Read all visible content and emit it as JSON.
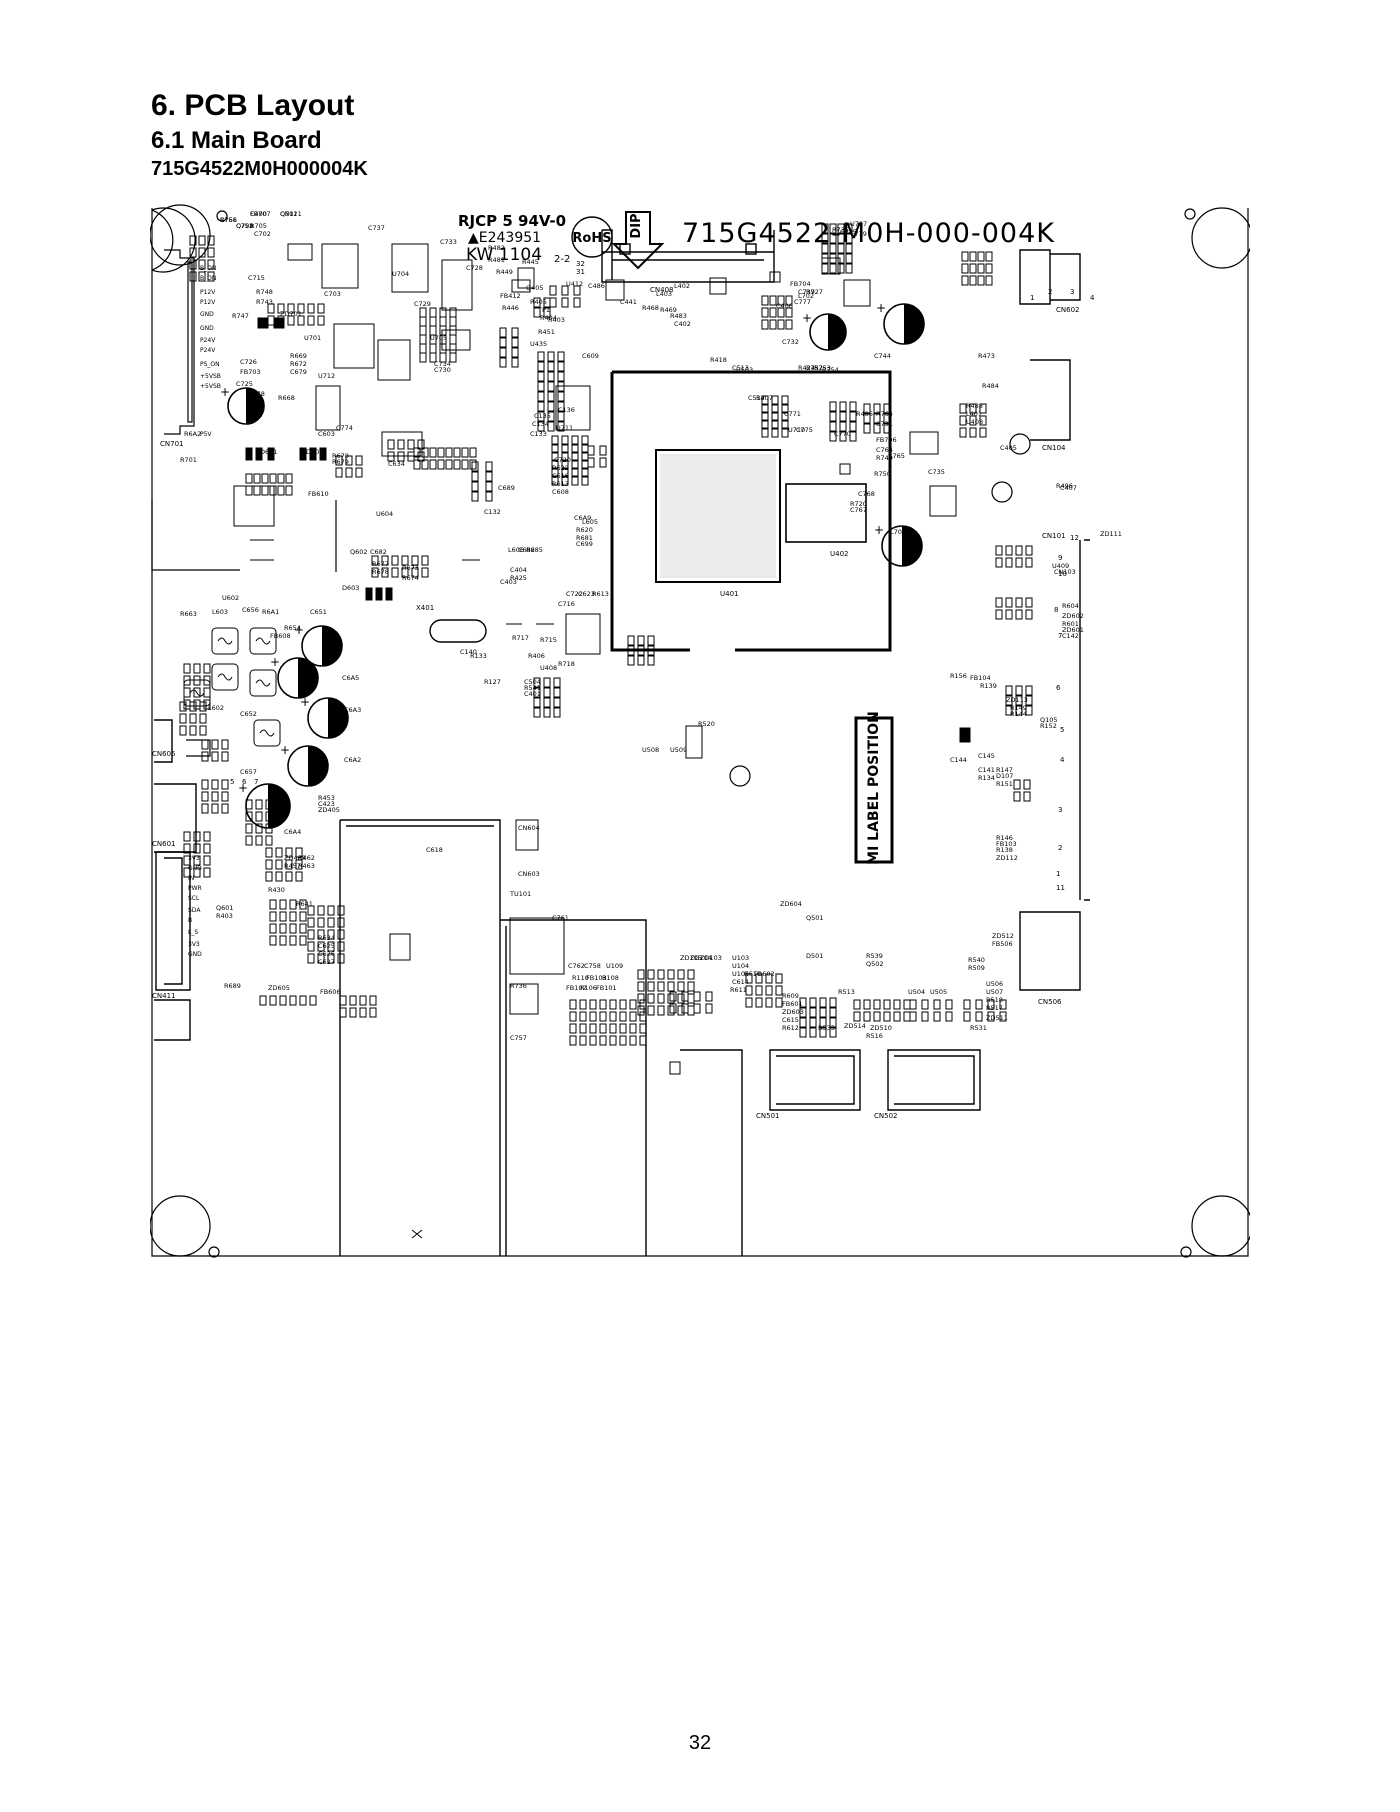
{
  "section_title": "6. PCB Layout",
  "subsection_title": "6.1 Main Board",
  "board_part_number": "715G4522M0H000004K",
  "pcb": {
    "silkscreen_part_number": "715G4522-M0H-000-004K",
    "ul_line1": "RJCP 5 94V-0",
    "ul_line2": "▲E243951",
    "date_code": "KW 1104",
    "date_suffix": "2-2",
    "rohs_label": "RoHS",
    "dip_label": "DIP",
    "label_position_text": "MI LABEL POSITION",
    "ic_labels": {
      "main_ic": "U401",
      "ic_right": "U402",
      "xtal": "X401"
    },
    "connectors": {
      "top_left": "CN701",
      "lvds": "CN408",
      "right_top": "CN602",
      "left_mid": "CN605",
      "left_lower": "CN601",
      "left_bottom": "CN411",
      "right_side": "CN101",
      "right_bottom": "CN506",
      "bottom_usb1": "CN501",
      "bottom_usb2": "CN502",
      "bottom_mid": "CN104"
    },
    "component_labels": [
      {
        "id": "c1",
        "text": "R761"
      },
      {
        "id": "c2",
        "text": "Q708"
      },
      {
        "id": "c3",
        "text": "FB707"
      },
      {
        "id": "c4",
        "text": "Q702"
      },
      {
        "id": "c5",
        "text": "R705"
      },
      {
        "id": "c6",
        "text": "C702"
      },
      {
        "id": "c7",
        "text": "C737"
      },
      {
        "id": "c8",
        "text": "C733"
      },
      {
        "id": "c9",
        "text": "R482"
      },
      {
        "id": "c10",
        "text": "R481"
      },
      {
        "id": "c11",
        "text": "U704"
      },
      {
        "id": "c12",
        "text": "C728"
      },
      {
        "id": "c13",
        "text": "C715"
      },
      {
        "id": "c14",
        "text": "R748"
      },
      {
        "id": "c15",
        "text": "R743"
      },
      {
        "id": "c16",
        "text": "R747"
      },
      {
        "id": "c17",
        "text": "ZD701"
      },
      {
        "id": "c18",
        "text": "C703"
      },
      {
        "id": "c19",
        "text": "C729"
      },
      {
        "id": "c20",
        "text": "U701"
      },
      {
        "id": "c21",
        "text": "U705"
      },
      {
        "id": "c22",
        "text": "C726"
      },
      {
        "id": "c23",
        "text": "FB703"
      },
      {
        "id": "c24",
        "text": "C725"
      },
      {
        "id": "c25",
        "text": "R669"
      },
      {
        "id": "c26",
        "text": "R672"
      },
      {
        "id": "c27",
        "text": "C679"
      },
      {
        "id": "c28",
        "text": "C734"
      },
      {
        "id": "c29",
        "text": "C730"
      },
      {
        "id": "c30",
        "text": "U712"
      },
      {
        "id": "c31",
        "text": "C678"
      },
      {
        "id": "c32",
        "text": "R668"
      },
      {
        "id": "c33",
        "text": "D601"
      },
      {
        "id": "c34",
        "text": "D602"
      },
      {
        "id": "c35",
        "text": "C603"
      },
      {
        "id": "c36",
        "text": "R678"
      },
      {
        "id": "c37",
        "text": "R679"
      },
      {
        "id": "c38",
        "text": "C634"
      },
      {
        "id": "c39",
        "text": "C774"
      },
      {
        "id": "c40",
        "text": "FB610"
      },
      {
        "id": "c41",
        "text": "U604"
      },
      {
        "id": "c42",
        "text": "R6A2"
      },
      {
        "id": "c43",
        "text": "R701"
      },
      {
        "id": "c44",
        "text": "U602"
      },
      {
        "id": "c45",
        "text": "Q602"
      },
      {
        "id": "c46",
        "text": "C682"
      },
      {
        "id": "c47",
        "text": "R677"
      },
      {
        "id": "c48",
        "text": "R678"
      },
      {
        "id": "c49",
        "text": "R673"
      },
      {
        "id": "c50",
        "text": "R674"
      },
      {
        "id": "c51",
        "text": "D603"
      },
      {
        "id": "c52",
        "text": "R663"
      },
      {
        "id": "c53",
        "text": "L603"
      },
      {
        "id": "c54",
        "text": "C656"
      },
      {
        "id": "c55",
        "text": "R6A1"
      },
      {
        "id": "c56",
        "text": "R654"
      },
      {
        "id": "c57",
        "text": "C651"
      },
      {
        "id": "c58",
        "text": "C6A5"
      },
      {
        "id": "c59",
        "text": "C6A3"
      },
      {
        "id": "c60",
        "text": "C6A2"
      },
      {
        "id": "c61",
        "text": "L602"
      },
      {
        "id": "c62",
        "text": "C652"
      },
      {
        "id": "c63",
        "text": "C657"
      },
      {
        "id": "c64",
        "text": "FB608"
      },
      {
        "id": "c65",
        "text": "C6A4"
      },
      {
        "id": "c66",
        "text": "R453"
      },
      {
        "id": "c67",
        "text": "C423"
      },
      {
        "id": "c68",
        "text": "ZD405"
      },
      {
        "id": "c69",
        "text": "ZD408"
      },
      {
        "id": "c70",
        "text": "R462"
      },
      {
        "id": "c71",
        "text": "R457"
      },
      {
        "id": "c72",
        "text": "R463"
      },
      {
        "id": "c73",
        "text": "R430"
      },
      {
        "id": "c74",
        "text": "R641"
      },
      {
        "id": "c75",
        "text": "Q601"
      },
      {
        "id": "c76",
        "text": "R403"
      },
      {
        "id": "c77",
        "text": "R634"
      },
      {
        "id": "c78",
        "text": "C625"
      },
      {
        "id": "c79",
        "text": "C626"
      },
      {
        "id": "c80",
        "text": "C627"
      },
      {
        "id": "c81",
        "text": "R689"
      },
      {
        "id": "c82",
        "text": "ZD605"
      },
      {
        "id": "c83",
        "text": "FB606"
      },
      {
        "id": "c84",
        "text": "C618"
      },
      {
        "id": "c85",
        "text": "CN604"
      },
      {
        "id": "c86",
        "text": "CN603"
      },
      {
        "id": "c87",
        "text": "TU101"
      },
      {
        "id": "c88",
        "text": "R736"
      },
      {
        "id": "c89",
        "text": "C757"
      },
      {
        "id": "c90",
        "text": "C761"
      },
      {
        "id": "c91",
        "text": "C762"
      },
      {
        "id": "c92",
        "text": "C758"
      },
      {
        "id": "c93",
        "text": "U109"
      },
      {
        "id": "c94",
        "text": "R110"
      },
      {
        "id": "c95",
        "text": "FB103"
      },
      {
        "id": "c96",
        "text": "R108"
      },
      {
        "id": "c97",
        "text": "FB102"
      },
      {
        "id": "c98",
        "text": "R106"
      },
      {
        "id": "c99",
        "text": "FB101"
      },
      {
        "id": "c100",
        "text": "ZD105"
      },
      {
        "id": "c101",
        "text": "ZD104"
      },
      {
        "id": "c102",
        "text": "ZD103"
      },
      {
        "id": "c103",
        "text": "U103"
      },
      {
        "id": "c104",
        "text": "U104"
      },
      {
        "id": "c105",
        "text": "U105"
      },
      {
        "id": "c106",
        "text": "C614"
      },
      {
        "id": "c107",
        "text": "R611"
      },
      {
        "id": "c108",
        "text": "R609"
      },
      {
        "id": "c109",
        "text": "FB601"
      },
      {
        "id": "c110",
        "text": "ZD603"
      },
      {
        "id": "c111",
        "text": "C615"
      },
      {
        "id": "c112",
        "text": "R612"
      },
      {
        "id": "c113",
        "text": "R610"
      },
      {
        "id": "c114",
        "text": "FB602"
      },
      {
        "id": "c115",
        "text": "ZD604"
      },
      {
        "id": "c116",
        "text": "Q501"
      },
      {
        "id": "c117",
        "text": "D501"
      },
      {
        "id": "c118",
        "text": "R539"
      },
      {
        "id": "c119",
        "text": "Q502"
      },
      {
        "id": "c120",
        "text": "R533"
      },
      {
        "id": "c121",
        "text": "ZD514"
      },
      {
        "id": "c122",
        "text": "R513"
      },
      {
        "id": "c123",
        "text": "U504"
      },
      {
        "id": "c124",
        "text": "U505"
      },
      {
        "id": "c125",
        "text": "R540"
      },
      {
        "id": "c126",
        "text": "R509"
      },
      {
        "id": "c127",
        "text": "U506"
      },
      {
        "id": "c128",
        "text": "U507"
      },
      {
        "id": "c129",
        "text": "R518"
      },
      {
        "id": "c130",
        "text": "R517"
      },
      {
        "id": "c131",
        "text": "ZD511"
      },
      {
        "id": "c132",
        "text": "ZD512"
      },
      {
        "id": "c133",
        "text": "FB506"
      },
      {
        "id": "c134",
        "text": "ZD510"
      },
      {
        "id": "c135",
        "text": "R516"
      },
      {
        "id": "c136",
        "text": "R531"
      },
      {
        "id": "c137",
        "text": "U508"
      },
      {
        "id": "c138",
        "text": "U509"
      },
      {
        "id": "c139",
        "text": "R520"
      },
      {
        "id": "c140",
        "text": "C504"
      },
      {
        "id": "c141",
        "text": "R541"
      },
      {
        "id": "c142",
        "text": "C401"
      },
      {
        "id": "c143",
        "text": "R406"
      },
      {
        "id": "c144",
        "text": "U408"
      },
      {
        "id": "c145",
        "text": "R718"
      },
      {
        "id": "c146",
        "text": "R717"
      },
      {
        "id": "c147",
        "text": "R715"
      },
      {
        "id": "c148",
        "text": "C716"
      },
      {
        "id": "c149",
        "text": "C722"
      },
      {
        "id": "c150",
        "text": "C623"
      },
      {
        "id": "c151",
        "text": "R613"
      },
      {
        "id": "c152",
        "text": "C404"
      },
      {
        "id": "c153",
        "text": "R425"
      },
      {
        "id": "c154",
        "text": "C403"
      },
      {
        "id": "c155",
        "text": "L606"
      },
      {
        "id": "c156",
        "text": "C682"
      },
      {
        "id": "c157",
        "text": "R685"
      },
      {
        "id": "c158",
        "text": "C6A9"
      },
      {
        "id": "c159",
        "text": "L605"
      },
      {
        "id": "c160",
        "text": "R620"
      },
      {
        "id": "c161",
        "text": "R681"
      },
      {
        "id": "c162",
        "text": "C699"
      },
      {
        "id": "c163",
        "text": "C689"
      },
      {
        "id": "c164",
        "text": "C132"
      },
      {
        "id": "c165",
        "text": "C136"
      },
      {
        "id": "c166",
        "text": "U711"
      },
      {
        "id": "c167",
        "text": "C720"
      },
      {
        "id": "c168",
        "text": "R622"
      },
      {
        "id": "c169",
        "text": "C616"
      },
      {
        "id": "c170",
        "text": "R613"
      },
      {
        "id": "c171",
        "text": "C608"
      },
      {
        "id": "c172",
        "text": "C609"
      },
      {
        "id": "c173",
        "text": "C135"
      },
      {
        "id": "c174",
        "text": "C134"
      },
      {
        "id": "c175",
        "text": "C133"
      },
      {
        "id": "c176",
        "text": "U435"
      },
      {
        "id": "c177",
        "text": "R451"
      },
      {
        "id": "c178",
        "text": "R404"
      },
      {
        "id": "c179",
        "text": "R403"
      },
      {
        "id": "c180",
        "text": "R405"
      },
      {
        "id": "c181",
        "text": "TP1"
      },
      {
        "id": "c182",
        "text": "R446"
      },
      {
        "id": "c183",
        "text": "FB412"
      },
      {
        "id": "c184",
        "text": "R449"
      },
      {
        "id": "c185",
        "text": "R445"
      },
      {
        "id": "c186",
        "text": "Q405"
      },
      {
        "id": "c187",
        "text": "U412"
      },
      {
        "id": "c188",
        "text": "C486"
      },
      {
        "id": "c189",
        "text": "C441"
      },
      {
        "id": "c190",
        "text": "L403"
      },
      {
        "id": "c191",
        "text": "L402"
      },
      {
        "id": "c192",
        "text": "R469"
      },
      {
        "id": "c193",
        "text": "R468"
      },
      {
        "id": "c194",
        "text": "R483"
      },
      {
        "id": "c195",
        "text": "C402"
      },
      {
        "id": "c196",
        "text": "R418"
      },
      {
        "id": "c197",
        "text": "C513"
      },
      {
        "id": "c198",
        "text": "U503"
      },
      {
        "id": "c199",
        "text": "C512"
      },
      {
        "id": "c200",
        "text": "R407"
      },
      {
        "id": "c201",
        "text": "R424"
      },
      {
        "id": "c202",
        "text": "R752"
      },
      {
        "id": "c203",
        "text": "R753"
      },
      {
        "id": "c204",
        "text": "R754"
      },
      {
        "id": "c205",
        "text": "C771"
      },
      {
        "id": "c206",
        "text": "C775"
      },
      {
        "id": "c207",
        "text": "U710"
      },
      {
        "id": "c208",
        "text": "C770"
      },
      {
        "id": "c209",
        "text": "R486"
      },
      {
        "id": "c210",
        "text": "R764"
      },
      {
        "id": "c211",
        "text": "C731"
      },
      {
        "id": "c212",
        "text": "FB706"
      },
      {
        "id": "c213",
        "text": "C764"
      },
      {
        "id": "c214",
        "text": "R749"
      },
      {
        "id": "c215",
        "text": "C765"
      },
      {
        "id": "c216",
        "text": "R750"
      },
      {
        "id": "c217",
        "text": "C768"
      },
      {
        "id": "c218",
        "text": "R720"
      },
      {
        "id": "c219",
        "text": "C767"
      },
      {
        "id": "c220",
        "text": "C735"
      },
      {
        "id": "c221",
        "text": "L704"
      },
      {
        "id": "c222",
        "text": "C732"
      },
      {
        "id": "c223",
        "text": "C744"
      },
      {
        "id": "c224",
        "text": "C406"
      },
      {
        "id": "c225",
        "text": "C777"
      },
      {
        "id": "c226",
        "text": "L702"
      },
      {
        "id": "c227",
        "text": "R735"
      },
      {
        "id": "c228",
        "text": "C745"
      },
      {
        "id": "c229",
        "text": "C779"
      },
      {
        "id": "c230",
        "text": "U707"
      },
      {
        "id": "c231",
        "text": "FB704"
      },
      {
        "id": "c232",
        "text": "C739"
      },
      {
        "id": "c233",
        "text": "R727"
      },
      {
        "id": "c234",
        "text": "R473"
      },
      {
        "id": "c235",
        "text": "R484"
      },
      {
        "id": "c236",
        "text": "R488"
      },
      {
        "id": "c237",
        "text": "L401"
      },
      {
        "id": "c238",
        "text": "U408"
      },
      {
        "id": "c239",
        "text": "C405"
      },
      {
        "id": "c240",
        "text": "R496"
      },
      {
        "id": "c241",
        "text": "C407"
      },
      {
        "id": "c242",
        "text": "U409"
      },
      {
        "id": "c243",
        "text": "CN103"
      },
      {
        "id": "c244",
        "text": "R604"
      },
      {
        "id": "c245",
        "text": "ZD602"
      },
      {
        "id": "c246",
        "text": "R601"
      },
      {
        "id": "c247",
        "text": "ZD601"
      },
      {
        "id": "c248",
        "text": "C142"
      },
      {
        "id": "c249",
        "text": "R156"
      },
      {
        "id": "c250",
        "text": "FB104"
      },
      {
        "id": "c251",
        "text": "R139"
      },
      {
        "id": "c252",
        "text": "ZD113"
      },
      {
        "id": "c253",
        "text": "R149"
      },
      {
        "id": "c254",
        "text": "R144"
      },
      {
        "id": "c255",
        "text": "Q105"
      },
      {
        "id": "c256",
        "text": "R152"
      },
      {
        "id": "c257",
        "text": "C144"
      },
      {
        "id": "c258",
        "text": "C145"
      },
      {
        "id": "c259",
        "text": "C141"
      },
      {
        "id": "c260",
        "text": "R134"
      },
      {
        "id": "c261",
        "text": "R147"
      },
      {
        "id": "c262",
        "text": "D107"
      },
      {
        "id": "c263",
        "text": "R151"
      },
      {
        "id": "c264",
        "text": "R146"
      },
      {
        "id": "c265",
        "text": "FB103"
      },
      {
        "id": "c266",
        "text": "R138"
      },
      {
        "id": "c267",
        "text": "ZD112"
      },
      {
        "id": "c268",
        "text": "C140"
      },
      {
        "id": "c269",
        "text": "R133"
      },
      {
        "id": "c270",
        "text": "R127"
      },
      {
        "id": "c271",
        "text": "ZD111"
      },
      {
        "id": "c272",
        "text": "C756"
      },
      {
        "id": "c273",
        "text": "C753"
      },
      {
        "id": "c274",
        "text": "C400"
      },
      {
        "id": "c275",
        "text": "CN111"
      }
    ],
    "pin_labels": [
      "B_ON",
      "B_ON",
      "P12V",
      "P12V",
      "GND",
      "GND",
      "P24V",
      "P24V",
      "PS_ON",
      "+5VSB",
      "+5VSB",
      "P5V",
      "3V3",
      "GND",
      "IN",
      "PWR",
      "SCL",
      "SDA",
      "B",
      "L_S",
      "3V3",
      "GND"
    ],
    "pin_numbers": [
      "1",
      "2",
      "3",
      "4",
      "32",
      "31",
      "10",
      "9",
      "8",
      "7",
      "6",
      "5",
      "4",
      "3",
      "2",
      "1",
      "11",
      "12",
      "5",
      "6",
      "7"
    ]
  },
  "page_number": "32"
}
